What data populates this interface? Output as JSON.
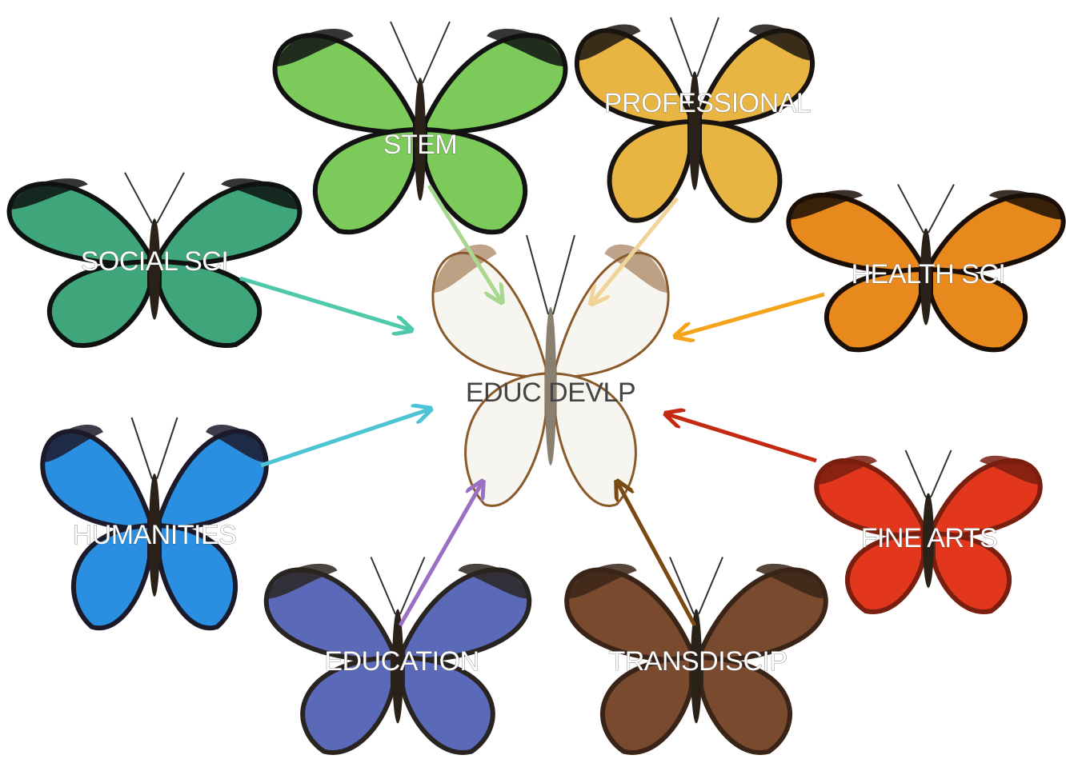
{
  "center": {
    "label": "EDUC DEVLP",
    "color": "#f7f5f0",
    "accent": "#8a5a2b"
  },
  "nodes": [
    {
      "id": "stem",
      "label": "STEM",
      "wing_color": "#7ccb5a",
      "dark_color": "#121212",
      "arrow_color": "#a8d890"
    },
    {
      "id": "professional",
      "label": "PROFESSIONAL",
      "wing_color": "#e9b542",
      "dark_color": "#1a1410",
      "arrow_color": "#efd497"
    },
    {
      "id": "social-sci",
      "label": "SOCIAL SCI",
      "wing_color": "#3fa57a",
      "dark_color": "#0e1210",
      "arrow_color": "#4fc9a9"
    },
    {
      "id": "health-sci",
      "label": "HEALTH SCI",
      "wing_color": "#e8891e",
      "dark_color": "#1a0e06",
      "arrow_color": "#f4a31a"
    },
    {
      "id": "humanities",
      "label": "HUMANITIES",
      "wing_color": "#2a8fe0",
      "dark_color": "#1b1a2a",
      "arrow_color": "#4cc4d6"
    },
    {
      "id": "fine-arts",
      "label": "FINE ARTS",
      "wing_color": "#e2371c",
      "dark_color": "#7a1e10",
      "arrow_color": "#c42a12"
    },
    {
      "id": "education",
      "label": "EDUCATION",
      "wing_color": "#5a6ab8",
      "dark_color": "#2a2420",
      "arrow_color": "#9a70c4"
    },
    {
      "id": "transdiscip",
      "label": "TRANSDISCIP",
      "wing_color": "#7a4a2e",
      "dark_color": "#3a2418",
      "arrow_color": "#7a4a14"
    }
  ]
}
